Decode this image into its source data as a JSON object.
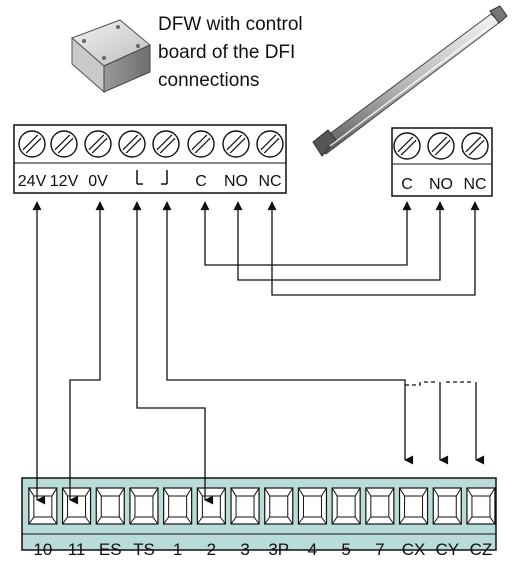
{
  "caption": {
    "line1": "DFW with control",
    "line2": "board of the DFI",
    "line3": "connections"
  },
  "left_block": {
    "labels": [
      "24V",
      "12V",
      "0V",
      "",
      "",
      "C",
      "NO",
      "NC"
    ]
  },
  "right_block": {
    "labels": [
      "C",
      "NO",
      "NC"
    ]
  },
  "bottom_board": {
    "labels": [
      "10",
      "11",
      "ES",
      "TS",
      "1",
      "2",
      "3",
      "3P",
      "4",
      "5",
      "7",
      "CX",
      "CY",
      "CZ"
    ],
    "color": "#b9dcd8"
  },
  "icons": [
    "control-box-icon",
    "photocell-bar-icon",
    "screw-terminal-icon",
    "relay-contact-icon"
  ]
}
